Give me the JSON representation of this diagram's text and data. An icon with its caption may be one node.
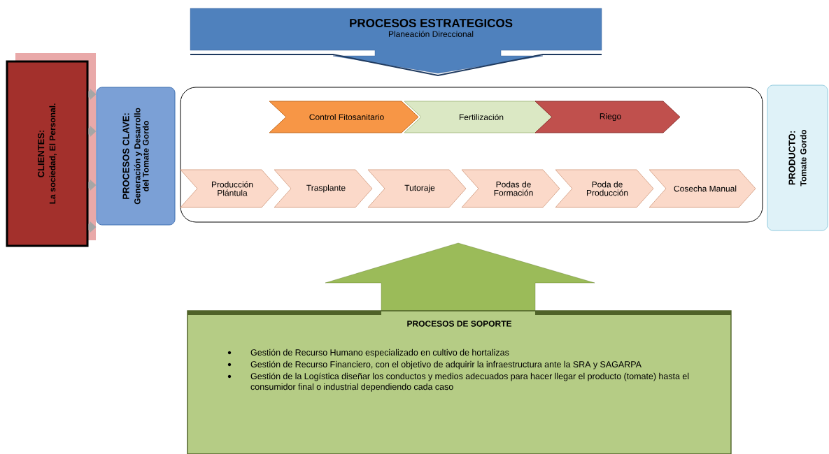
{
  "diagram": {
    "nodes": [
      {
        "text": [
          "PROCESOS ESTRATEGICOS",
          "Planeación Direccional"
        ]
      },
      {
        "text": [
          "CLIENTES:",
          "La sociedad, El Personal."
        ]
      },
      {
        "text": [
          "PROCESOS CLAVE:",
          "Generación y Desarrollo del Tomate Gordo"
        ]
      },
      {
        "text": [],
        "shape": "box"
      },
      {
        "text": [
          "Control Fitosanitario"
        ],
        "in": 3
      },
      {
        "text": [
          "Fertilización"
        ],
        "in": 3
      },
      {
        "text": [
          "Riego"
        ],
        "in": 3
      },
      {
        "text": [
          "Producción Plántula"
        ],
        "in": 3
      },
      {
        "text": [
          "Trasplante"
        ],
        "in": 3
      },
      {
        "text": [
          "Tutoraje"
        ],
        "in": 3
      },
      {
        "text": [
          "Podas de Formación"
        ],
        "in": 3
      },
      {
        "text": [
          "Poda de Producción"
        ],
        "in": 3
      },
      {
        "text": [
          "Cosecha Manual"
        ],
        "in": 3
      },
      {
        "text": [
          "PRODUCTO:",
          "Tomate Gordo"
        ]
      },
      {
        "text": [
          "PROCESOS DE SOPORTE",
          "Gestión de Recurso Humano especializado en cultivo de hortalizas",
          "Gestión de Recurso Financiero, con el objetivo de adquirir la infraestructura ante la SRA y SAGARPA",
          "Gestión de la Logística diseñar los conductos y medios adecuados para hacer llegar el producto (tomate) hasta el consumidor final o industrial dependiendo cada caso"
        ]
      }
    ],
    "edges": [
      {
        "from": 1,
        "to": 2,
        "arrow": "to"
      },
      {
        "from": 1,
        "to": 2,
        "arrow": "to"
      },
      {
        "from": 1,
        "to": 2,
        "arrow": "to"
      },
      {
        "from": 1,
        "to": 2,
        "arrow": "to"
      }
    ]
  }
}
